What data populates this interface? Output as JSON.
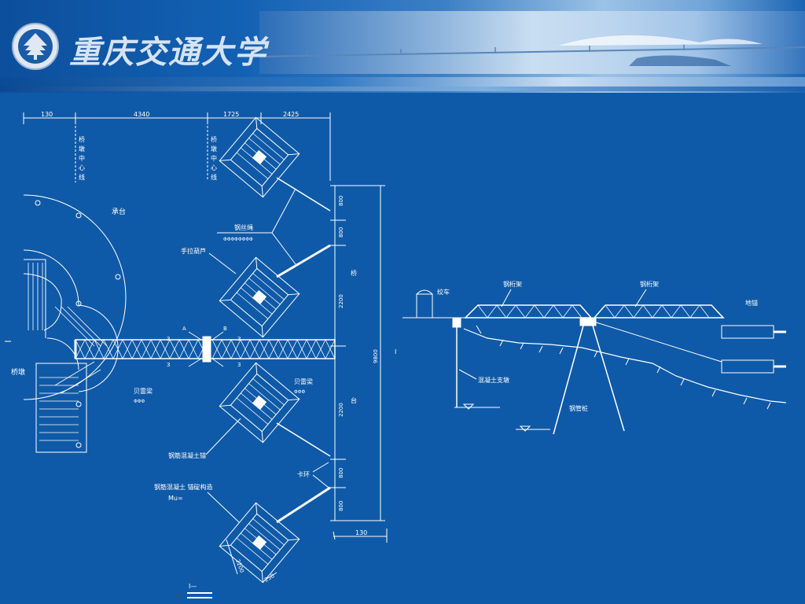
{
  "header": {
    "university_name": "重庆交通大学"
  },
  "plan_view": {
    "dimensions_top": [
      "130",
      "4340",
      "1725",
      "2425"
    ],
    "dimensions_right": [
      "800",
      "800",
      "2200",
      "2200",
      "800",
      "800"
    ],
    "total_right": "9800",
    "bottom_dim": "130",
    "side_dim_a": "2200",
    "side_dim_b": "250"
  }
}
